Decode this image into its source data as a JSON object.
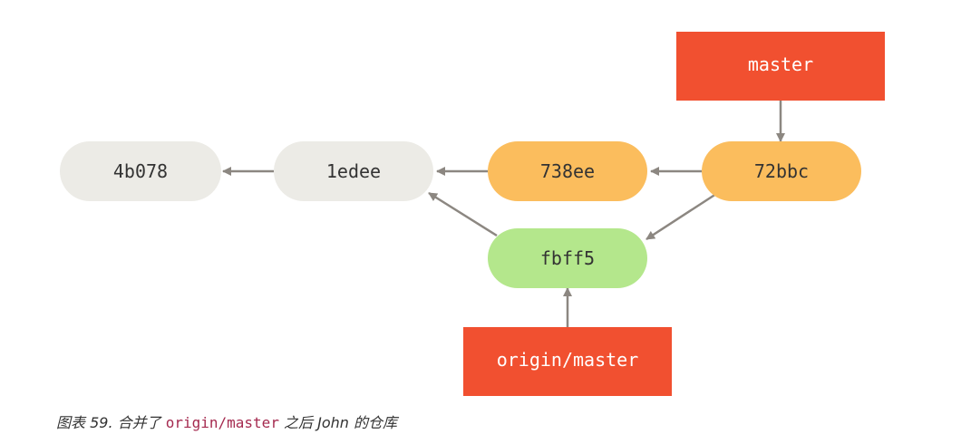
{
  "commits": [
    {
      "id": "c1",
      "label": "4b078",
      "color": "#ecebe6"
    },
    {
      "id": "c2",
      "label": "1edee",
      "color": "#ecebe6"
    },
    {
      "id": "c3",
      "label": "738ee",
      "color": "#fbbd5d"
    },
    {
      "id": "c4",
      "label": "72bbc",
      "color": "#fbbd5d"
    },
    {
      "id": "c5",
      "label": "fbff5",
      "color": "#b4e78c"
    }
  ],
  "refs": [
    {
      "id": "master",
      "label": "master",
      "color": "#f15030"
    },
    {
      "id": "origin",
      "label": "origin/master",
      "color": "#f15030"
    }
  ],
  "arrow_color": "#8c8781",
  "caption": {
    "prefix": "图表 59. 合并了 ",
    "code": "origin/master",
    "suffix": " 之后 John 的仓库"
  }
}
